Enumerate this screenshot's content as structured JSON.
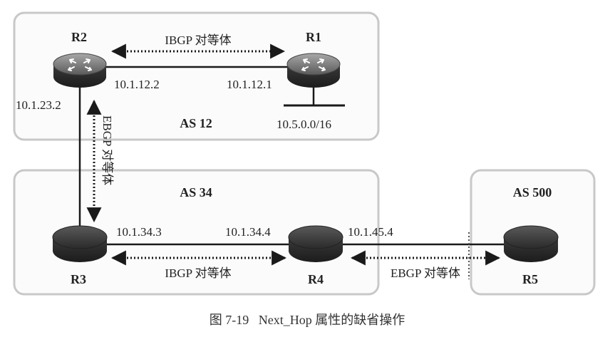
{
  "diagram": {
    "autonomous_systems": [
      {
        "id": "as12",
        "label": "AS 12"
      },
      {
        "id": "as34",
        "label": "AS 34"
      },
      {
        "id": "as500",
        "label": "AS 500"
      }
    ],
    "routers": [
      {
        "id": "r1",
        "label": "R1"
      },
      {
        "id": "r2",
        "label": "R2"
      },
      {
        "id": "r3",
        "label": "R3"
      },
      {
        "id": "r4",
        "label": "R4"
      },
      {
        "id": "r5",
        "label": "R5"
      }
    ],
    "addresses": {
      "r2_r1_left": "10.1.12.2",
      "r2_r1_right": "10.1.12.1",
      "r2_r3": "10.1.23.2",
      "r1_network": "10.5.0.0/16",
      "r3_r4_left": "10.1.34.3",
      "r3_r4_right": "10.1.34.4",
      "r4_r5": "10.1.45.4"
    },
    "peerings": {
      "r2_r1": "IBGP 对等体",
      "r2_r3": "EBGP 对等体",
      "r3_r4": "IBGP 对等体",
      "r4_r5": "EBGP 对等体"
    },
    "caption": "图 7-19   Next_Hop 属性的缺省操作"
  },
  "colors": {
    "as_border": "#c8c8c8",
    "link": "#1a1a1a",
    "router_dark": "#2e2e2e",
    "router_mid": "#6a6a6a",
    "router_light": "#9a9a9a"
  },
  "icons": [
    "router-icon",
    "bidirectional-arrow"
  ]
}
